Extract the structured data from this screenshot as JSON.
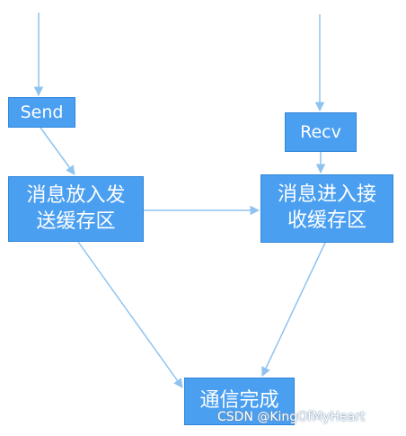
{
  "diagram": {
    "nodes": {
      "send": {
        "label": "Send"
      },
      "recv": {
        "label": "Recv"
      },
      "send_buffer": {
        "label_line1": "消息放入发",
        "label_line2": "送缓存区"
      },
      "recv_buffer": {
        "label_line1": "消息进入接",
        "label_line2": "收缓存区"
      },
      "done": {
        "label": "通信完成"
      }
    },
    "arrow_color": "#8fc3ef",
    "box_color": "#4b9ff0"
  },
  "watermark": {
    "text": "CSDN @KingOfMyHeart"
  }
}
